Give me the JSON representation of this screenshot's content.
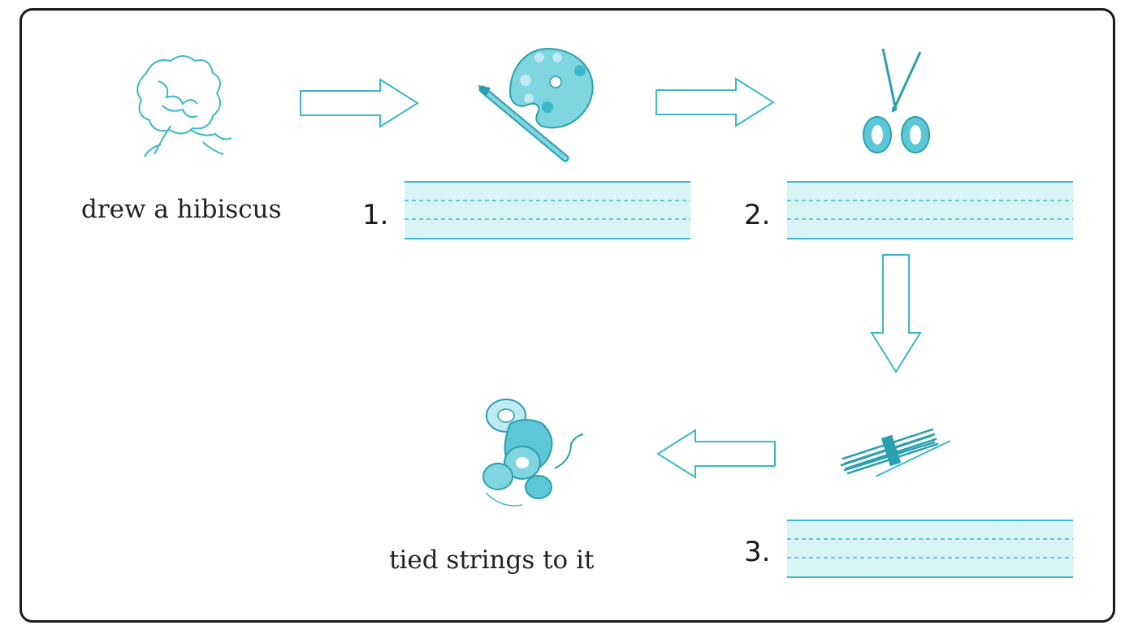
{
  "worksheet": {
    "captions": {
      "start": "drew a hibiscus",
      "end": "tied strings to it"
    },
    "steps": [
      {
        "number": "1.",
        "picture": "paint-palette-and-brush",
        "answer": ""
      },
      {
        "number": "2.",
        "picture": "scissors",
        "answer": ""
      },
      {
        "number": "3.",
        "picture": "bundle-of-sticks",
        "answer": ""
      }
    ],
    "colors": {
      "accent": "#3bb8c9",
      "line_fill": "#d9f4f7",
      "border": "#1a1a1a"
    }
  }
}
